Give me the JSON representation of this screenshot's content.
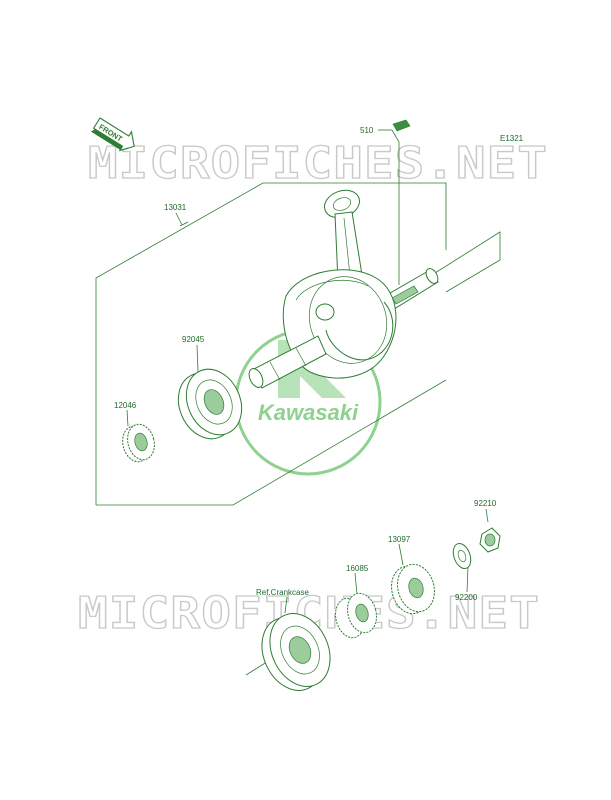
{
  "diagram_code": "E1321",
  "front_label": "FRONT",
  "watermark": "MICROFICHES.NET",
  "logo_text": "Kawasaki",
  "parts": {
    "p510": "510",
    "p13031": "13031",
    "p92045": "92045",
    "p12046": "12046",
    "p92210": "92210",
    "p13097": "13097",
    "p16085": "16085",
    "p92200": "92200",
    "ref_crankcase": "Ref.Crankcase"
  },
  "colors": {
    "line": "#2e7d32",
    "watermark": "#c9c9c9",
    "logo": "#8fd18f"
  }
}
